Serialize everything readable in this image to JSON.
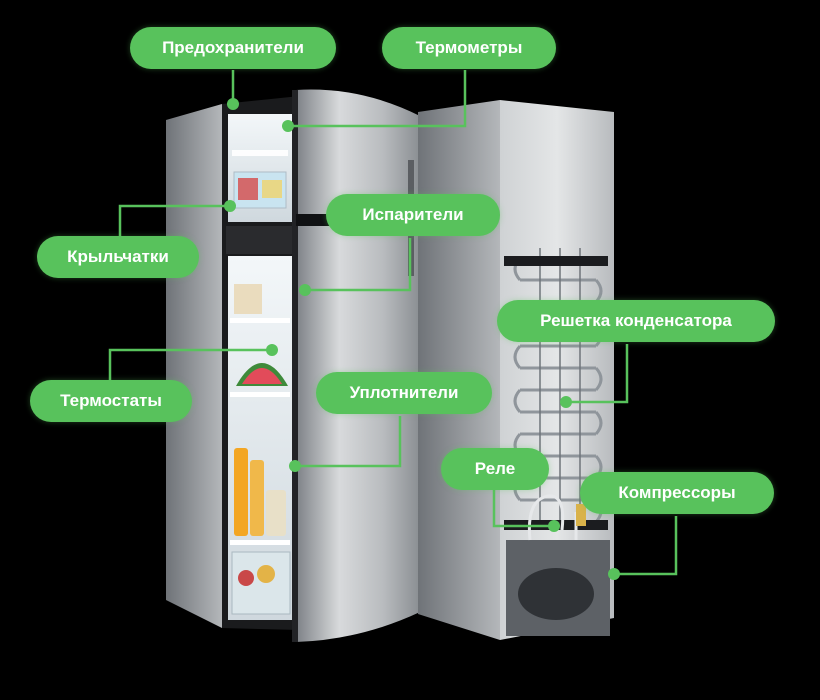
{
  "colors": {
    "background": "#000000",
    "accent": "#58c25c",
    "label_text": "#ffffff",
    "steel_light": "#d4d6d8",
    "steel_dark": "#8c8f93",
    "interior": "#eef3f6",
    "coil": "#9aa0a6"
  },
  "labels": {
    "fuses": "Предохранители",
    "thermometers": "Термометры",
    "evaporators": "Испарители",
    "impellers": "Крыльчатки",
    "condenser_grid": "Решетка конденсатора",
    "thermostats": "Термостаты",
    "seals": "Уплотнители",
    "relay": "Реле",
    "compressors": "Компрессоры"
  }
}
